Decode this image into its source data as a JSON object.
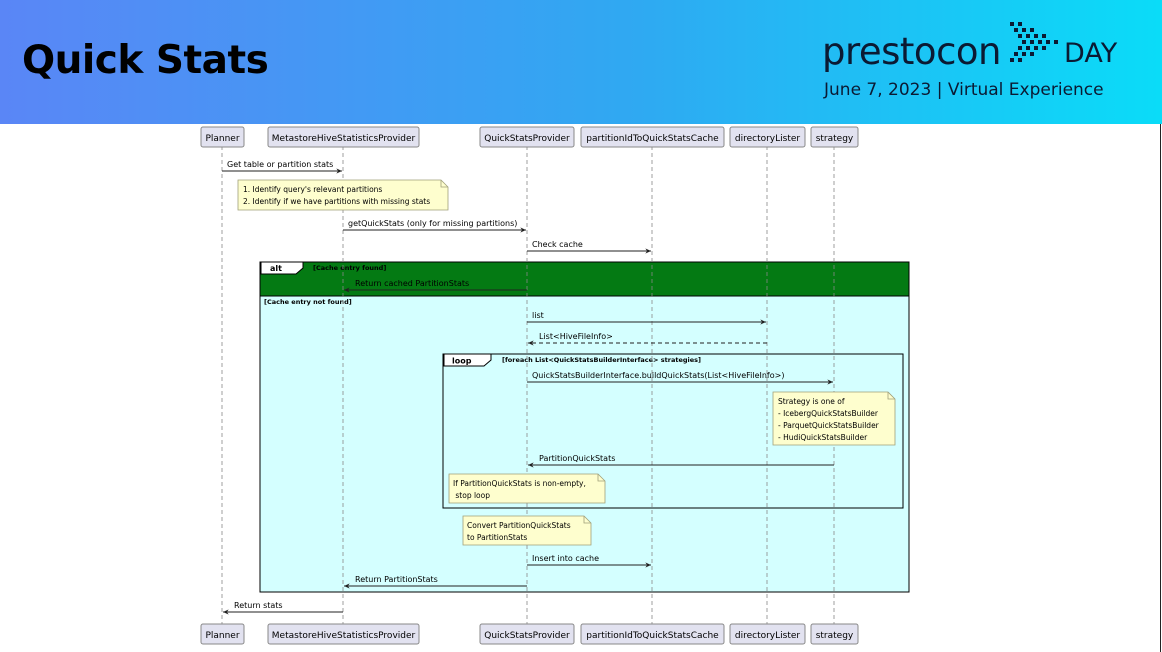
{
  "slide": {
    "title": "Quick Stats",
    "brand": "prestocon",
    "brand_suffix": "DAY",
    "event_line": "June 7, 2023 | Virtual Experience",
    "logo_icon": "dotted-triangle-logo"
  },
  "participants": [
    "Planner",
    "MetastoreHiveStatisticsProvider",
    "QuickStatsProvider",
    "partitionIdToQuickStatsCache",
    "directoryLister",
    "strategy"
  ],
  "messages": {
    "get_stats": "Get table or partition stats",
    "get_quick_stats": "getQuickStats (only for missing partitions)",
    "check_cache": "Check cache",
    "return_cached": "Return cached PartitionStats",
    "list": "list",
    "list_result": "List<HiveFileInfo>",
    "build": "QuickStatsBuilderInterface.buildQuickStats(List<HiveFileInfo>)",
    "partition_quick_stats": "PartitionQuickStats",
    "insert_cache": "Insert into cache",
    "return_partition_stats": "Return PartitionStats",
    "return_stats": "Return stats"
  },
  "notes": {
    "identify": [
      "1. Identify query's relevant partitions",
      "2. Identify if we have partitions with missing stats"
    ],
    "strategy": [
      "Strategy is one of",
      "- IcebergQuickStatsBuilder",
      "- ParquetQuickStatsBuilder",
      "- HudiQuickStatsBuilder"
    ],
    "stop": [
      "If PartitionQuickStats is non-empty,",
      " stop loop"
    ],
    "convert": [
      "Convert PartitionQuickStats",
      "to PartitionStats"
    ]
  },
  "fragments": {
    "alt_label": "alt",
    "alt_cond": "[Cache entry found]",
    "else_cond": "[Cache entry not found]",
    "loop_label": "loop",
    "loop_cond": "[foreach List<QuickStatsBuilderInterface> strategies]"
  },
  "colors": {
    "header_gradient_start": "#5a86f6",
    "header_gradient_end": "#0adcf8",
    "alt_found": "#047a13",
    "alt_not_found": "#d4ffff",
    "participant_fill": "#e2e2f0",
    "note_fill": "#fefece"
  }
}
